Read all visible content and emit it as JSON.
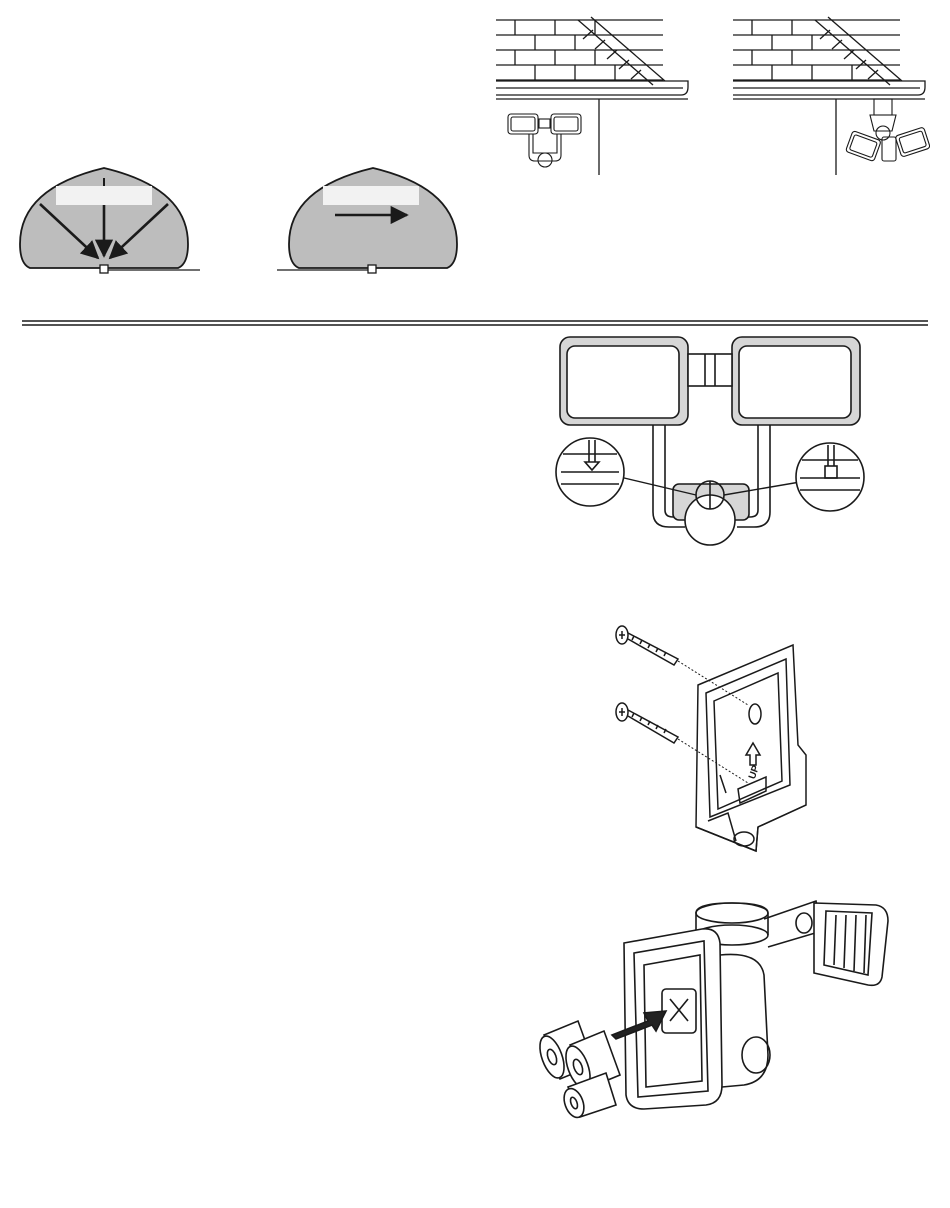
{
  "page": {
    "sections": [
      {
        "name": "mounting-location",
        "illustrations": [
          {
            "id": "roof-wall-mount",
            "label": ""
          },
          {
            "id": "roof-eave-mount",
            "label": ""
          },
          {
            "id": "detection-zone-approach",
            "label": ""
          },
          {
            "id": "detection-zone-crossing",
            "label": ""
          }
        ]
      },
      {
        "name": "installation-steps",
        "illustrations": [
          {
            "id": "fixture-alignment",
            "label": ""
          },
          {
            "id": "bracket-screws",
            "label": "UP"
          },
          {
            "id": "battery-install",
            "label": ""
          }
        ]
      }
    ],
    "colors": {
      "line": "#1a1a1a",
      "zone_fill": "#bdbdbd",
      "label_box": "#f2f2f2",
      "battery_arrow": "#222222",
      "fixture_fill": "#d6d6d6"
    }
  }
}
